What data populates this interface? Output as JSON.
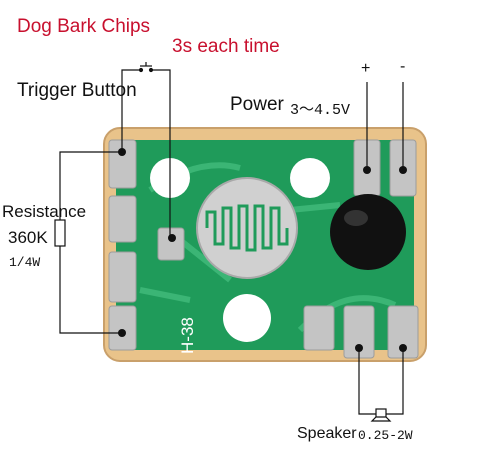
{
  "labels": {
    "title": "Dog Bark Chips",
    "subtitle": "3s each time",
    "trigger": "Trigger Button",
    "power": "Power",
    "power_voltage": "3～4.5V",
    "plus": "+",
    "minus": "-",
    "resistance": "Resistance",
    "resistance_value": "360K",
    "resistance_watt": "1/4W",
    "speaker": "Speaker",
    "speaker_watt": "0.25-2W",
    "board_marking": "H-38"
  },
  "colors": {
    "title": "#c8102e",
    "board": "#e9c38a",
    "mask": "#1f9b5a",
    "pad": "#c4c4c4",
    "blob": "#111111"
  }
}
